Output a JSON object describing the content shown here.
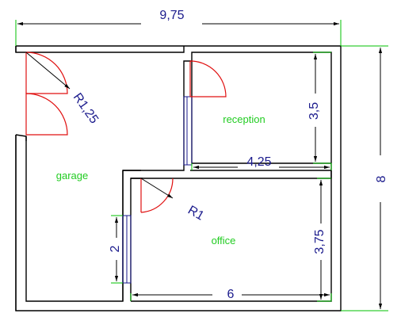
{
  "dimensions": {
    "total_width": "9,75",
    "total_height": "8",
    "reception_width": "4,25",
    "reception_height": "3,5",
    "office_width": "6",
    "office_height": "3,75",
    "office_window": "2",
    "door_radius_garage": "R1,25",
    "door_radius_office": "R1"
  },
  "rooms": {
    "garage": "garage",
    "reception": "reception",
    "office": "office"
  },
  "colors": {
    "walls": "#000000",
    "doors": "#e01010",
    "extension_lines": "#00c000",
    "dimension_text": "#1a1a8c",
    "room_labels": "#22cc22"
  }
}
